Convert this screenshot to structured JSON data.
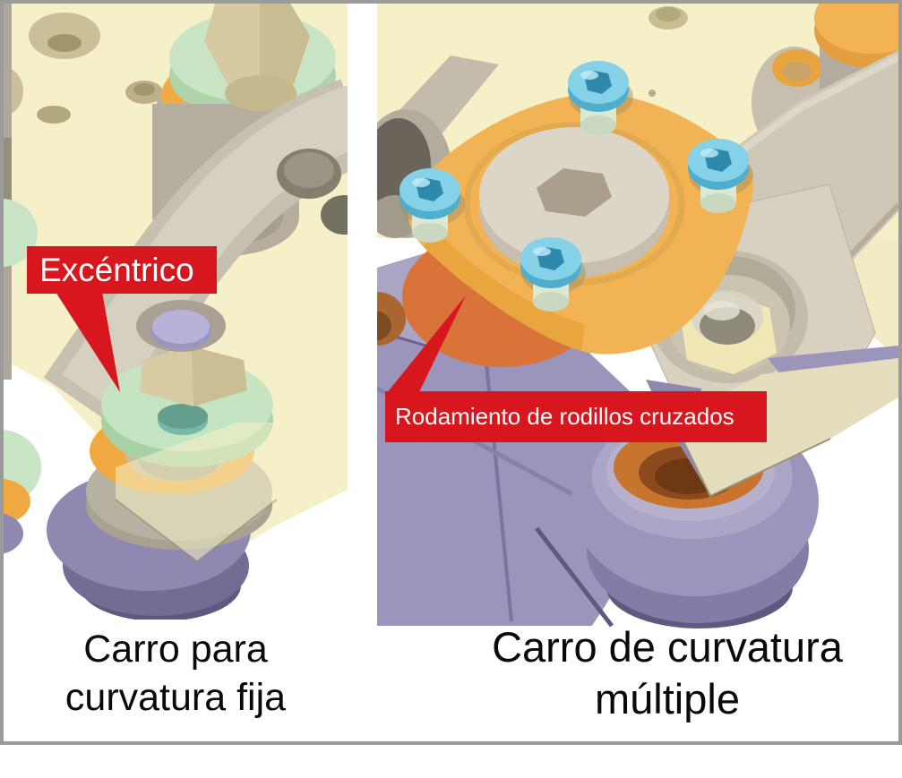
{
  "figure": {
    "title_region": "two CAD close-up panels of bending-machine carriages",
    "callouts": [
      {
        "id": "excentrico",
        "text": "Excéntrico"
      },
      {
        "id": "rodamiento",
        "text": "Rodamiento de rodillos cruzados"
      }
    ],
    "captions": {
      "left": {
        "line1": "Carro para",
        "line2": "curvatura fija"
      },
      "right": {
        "line1": "Carro de curvatura",
        "line2": "múltiple"
      }
    },
    "palette": {
      "callout_red": "#d7161e",
      "frame_gray": "#9b9b9b",
      "plate_cream": "#f6f0c9",
      "bearing_orange": "#f0a940",
      "washer_mint": "#c9e5c5",
      "roller_purple": "#9b95bc",
      "screw_blue": "#85d2e8",
      "flange_orange": "#f2b355",
      "crossed_roller_orange": "#d9733a",
      "pin_lavender": "#b7b2d8"
    }
  }
}
